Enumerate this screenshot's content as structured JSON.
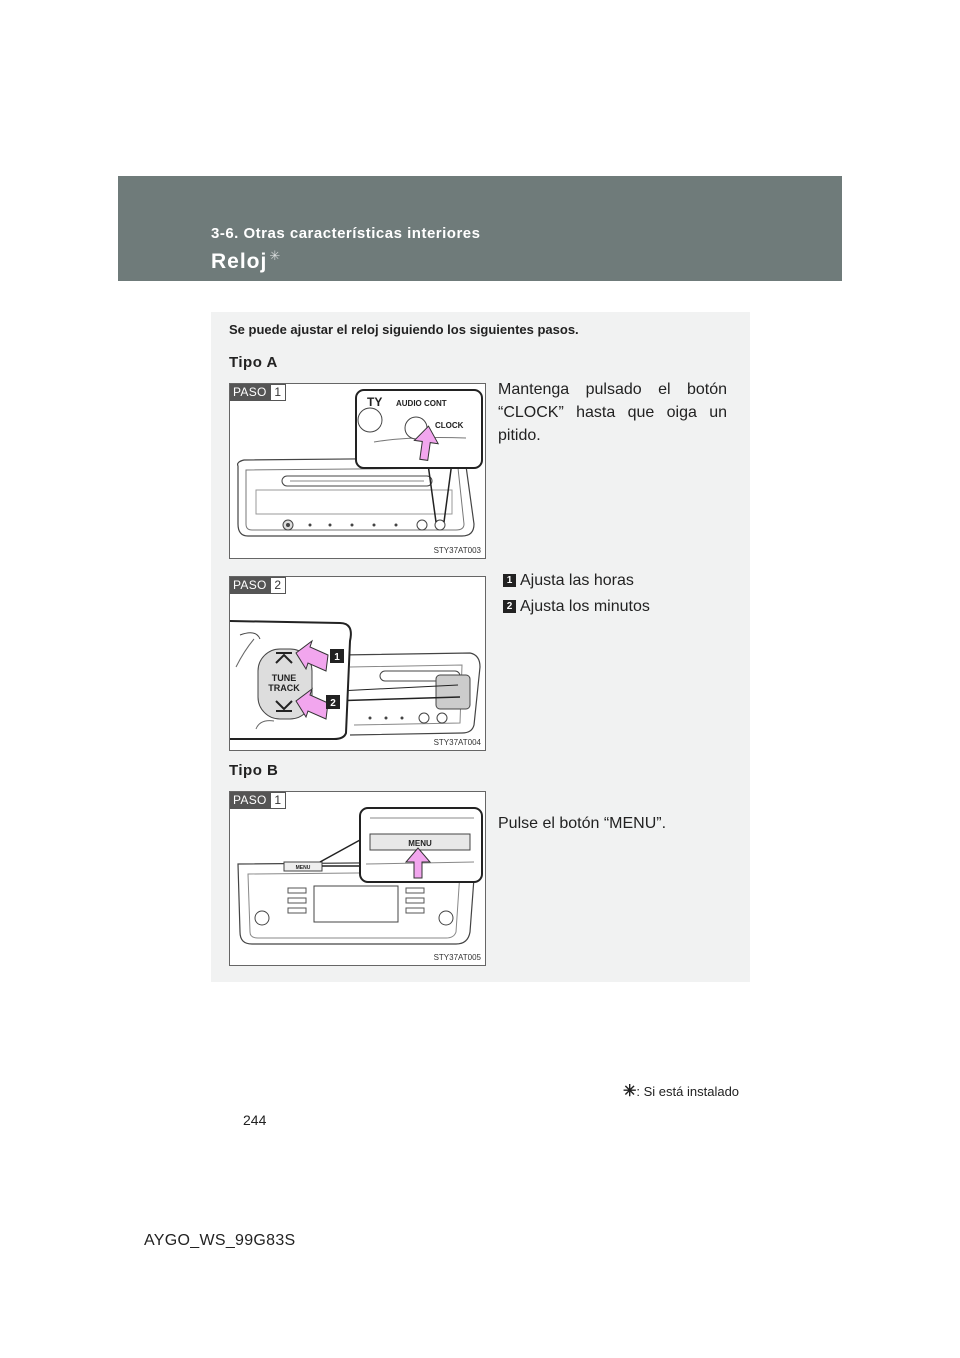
{
  "header": {
    "section": "3-6. Otras características interiores",
    "title": "Reloj",
    "title_mark": "✳"
  },
  "intro": "Se puede ajustar el reloj siguiendo los siguientes pasos.",
  "tipo_a": {
    "heading": "Tipo A",
    "step1": {
      "badge_word": "PASO",
      "badge_num": "1",
      "fig_code": "STY37AT003",
      "labels": {
        "ty": "TY",
        "audio": "AUDIO CONT",
        "clock": "CLOCK"
      },
      "text": "Mantenga pulsado el botón “CLOCK” hasta que oiga un pitido."
    },
    "step2": {
      "badge_word": "PASO",
      "badge_num": "2",
      "fig_code": "STY37AT004",
      "labels": {
        "tune": "TUNE",
        "track": "TRACK",
        "callout1": "1",
        "callout2": "2"
      },
      "items": [
        {
          "num": "1",
          "text": "Ajusta las horas"
        },
        {
          "num": "2",
          "text": "Ajusta los minutos"
        }
      ]
    }
  },
  "tipo_b": {
    "heading": "Tipo B",
    "step1": {
      "badge_word": "PASO",
      "badge_num": "1",
      "fig_code": "STY37AT005",
      "labels": {
        "menu_small": "MENU",
        "menu_big": "MENU"
      },
      "text": "Pulse el botón “MENU”."
    }
  },
  "footnote": {
    "star": "✳",
    "text": ": Si está instalado"
  },
  "page_number": "244",
  "doc_code": "AYGO_WS_99G83S",
  "colors": {
    "header": "#6f7b7a",
    "panel": "#f1f2f2",
    "arrow": "#f2a6ee"
  }
}
